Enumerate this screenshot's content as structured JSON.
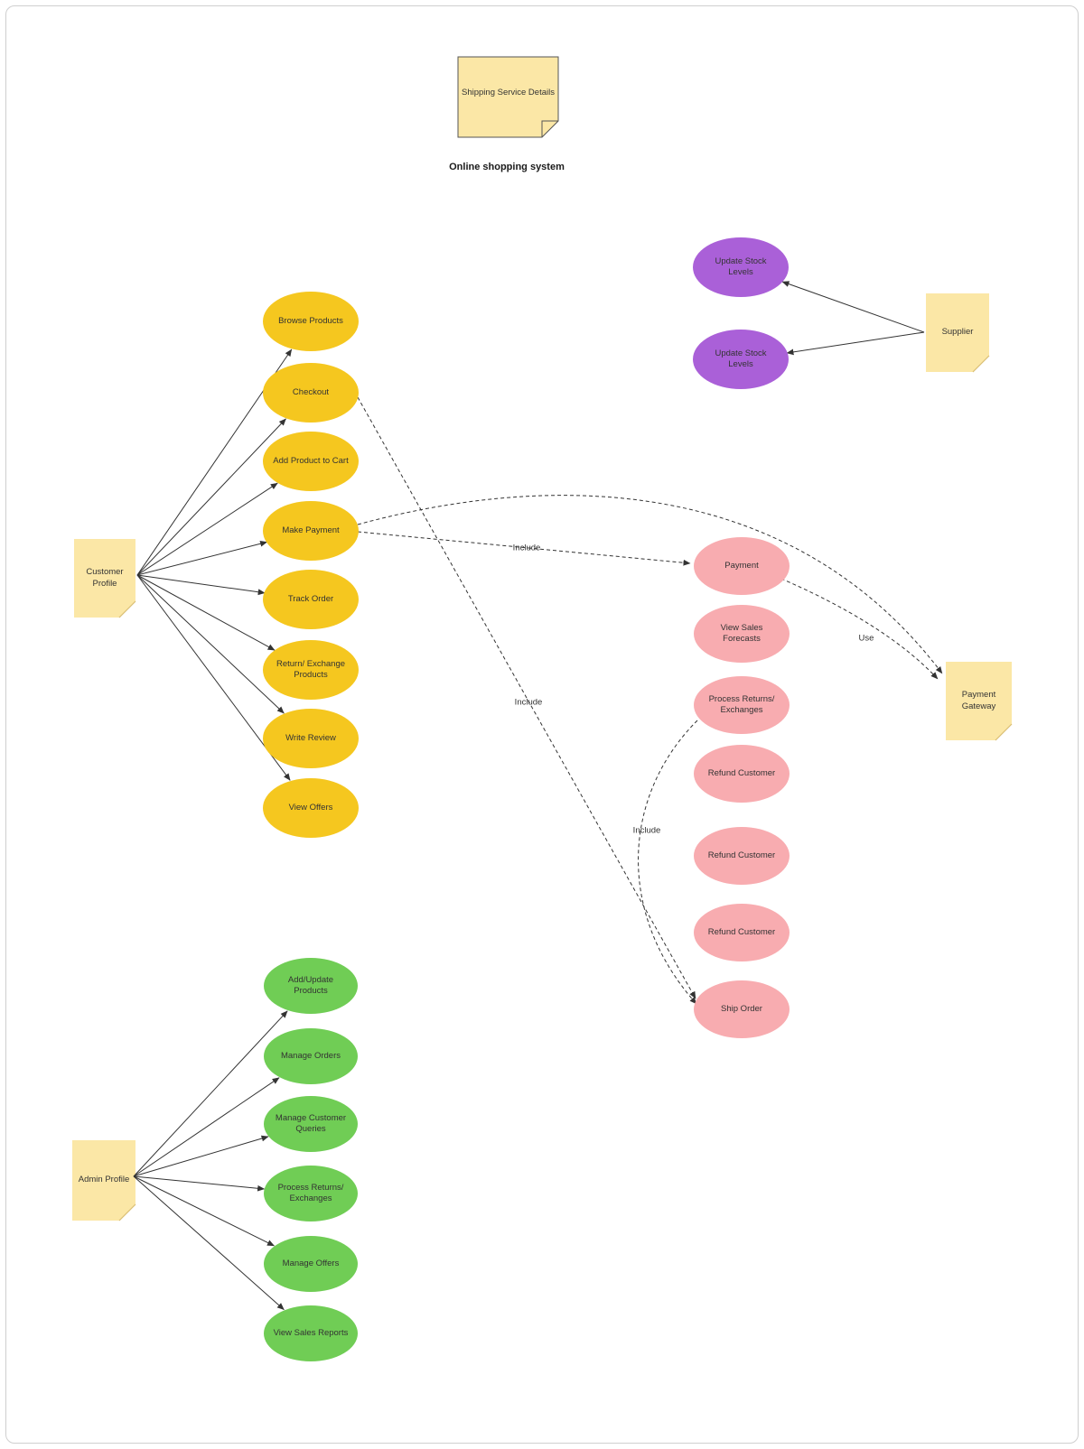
{
  "title": "Online shopping system",
  "notes": {
    "shipping": "Shipping Service Details",
    "customer": "Customer Profile",
    "admin": "Admin Profile",
    "supplier": "Supplier",
    "payment_gateway": "Payment Gateway"
  },
  "usecases": {
    "customer": [
      "Browse Products",
      "Checkout",
      "Add Product to Cart",
      "Make Payment",
      "Track Order",
      "Return/ Exchange Products",
      "Write Review",
      "View Offers"
    ],
    "supplier": [
      "Update Stock Levels",
      "Update Stock Levels"
    ],
    "system": [
      "Payment",
      "View Sales Forecasts",
      "Process Returns/ Exchanges",
      "Refund Customer",
      "Refund Customer",
      "Refund Customer",
      "Ship Order"
    ],
    "admin": [
      "Add/Update Products",
      "Manage Orders",
      "Manage Customer Queries",
      "Process Returns/ Exchanges",
      "Manage Offers",
      "View Sales Reports"
    ]
  },
  "edge_labels": {
    "include_make_payment": "Include",
    "include_checkout_ship": "Include",
    "include_returns_ship": "Include",
    "use_payment_gateway": "Use"
  },
  "colors": {
    "customer_usecase": "#F5C71F",
    "admin_usecase": "#70CD55",
    "supplier_usecase": "#AA60D8",
    "system_usecase": "#F8ACB0",
    "note_fill": "#FBE7A6",
    "edge": "#333333"
  }
}
